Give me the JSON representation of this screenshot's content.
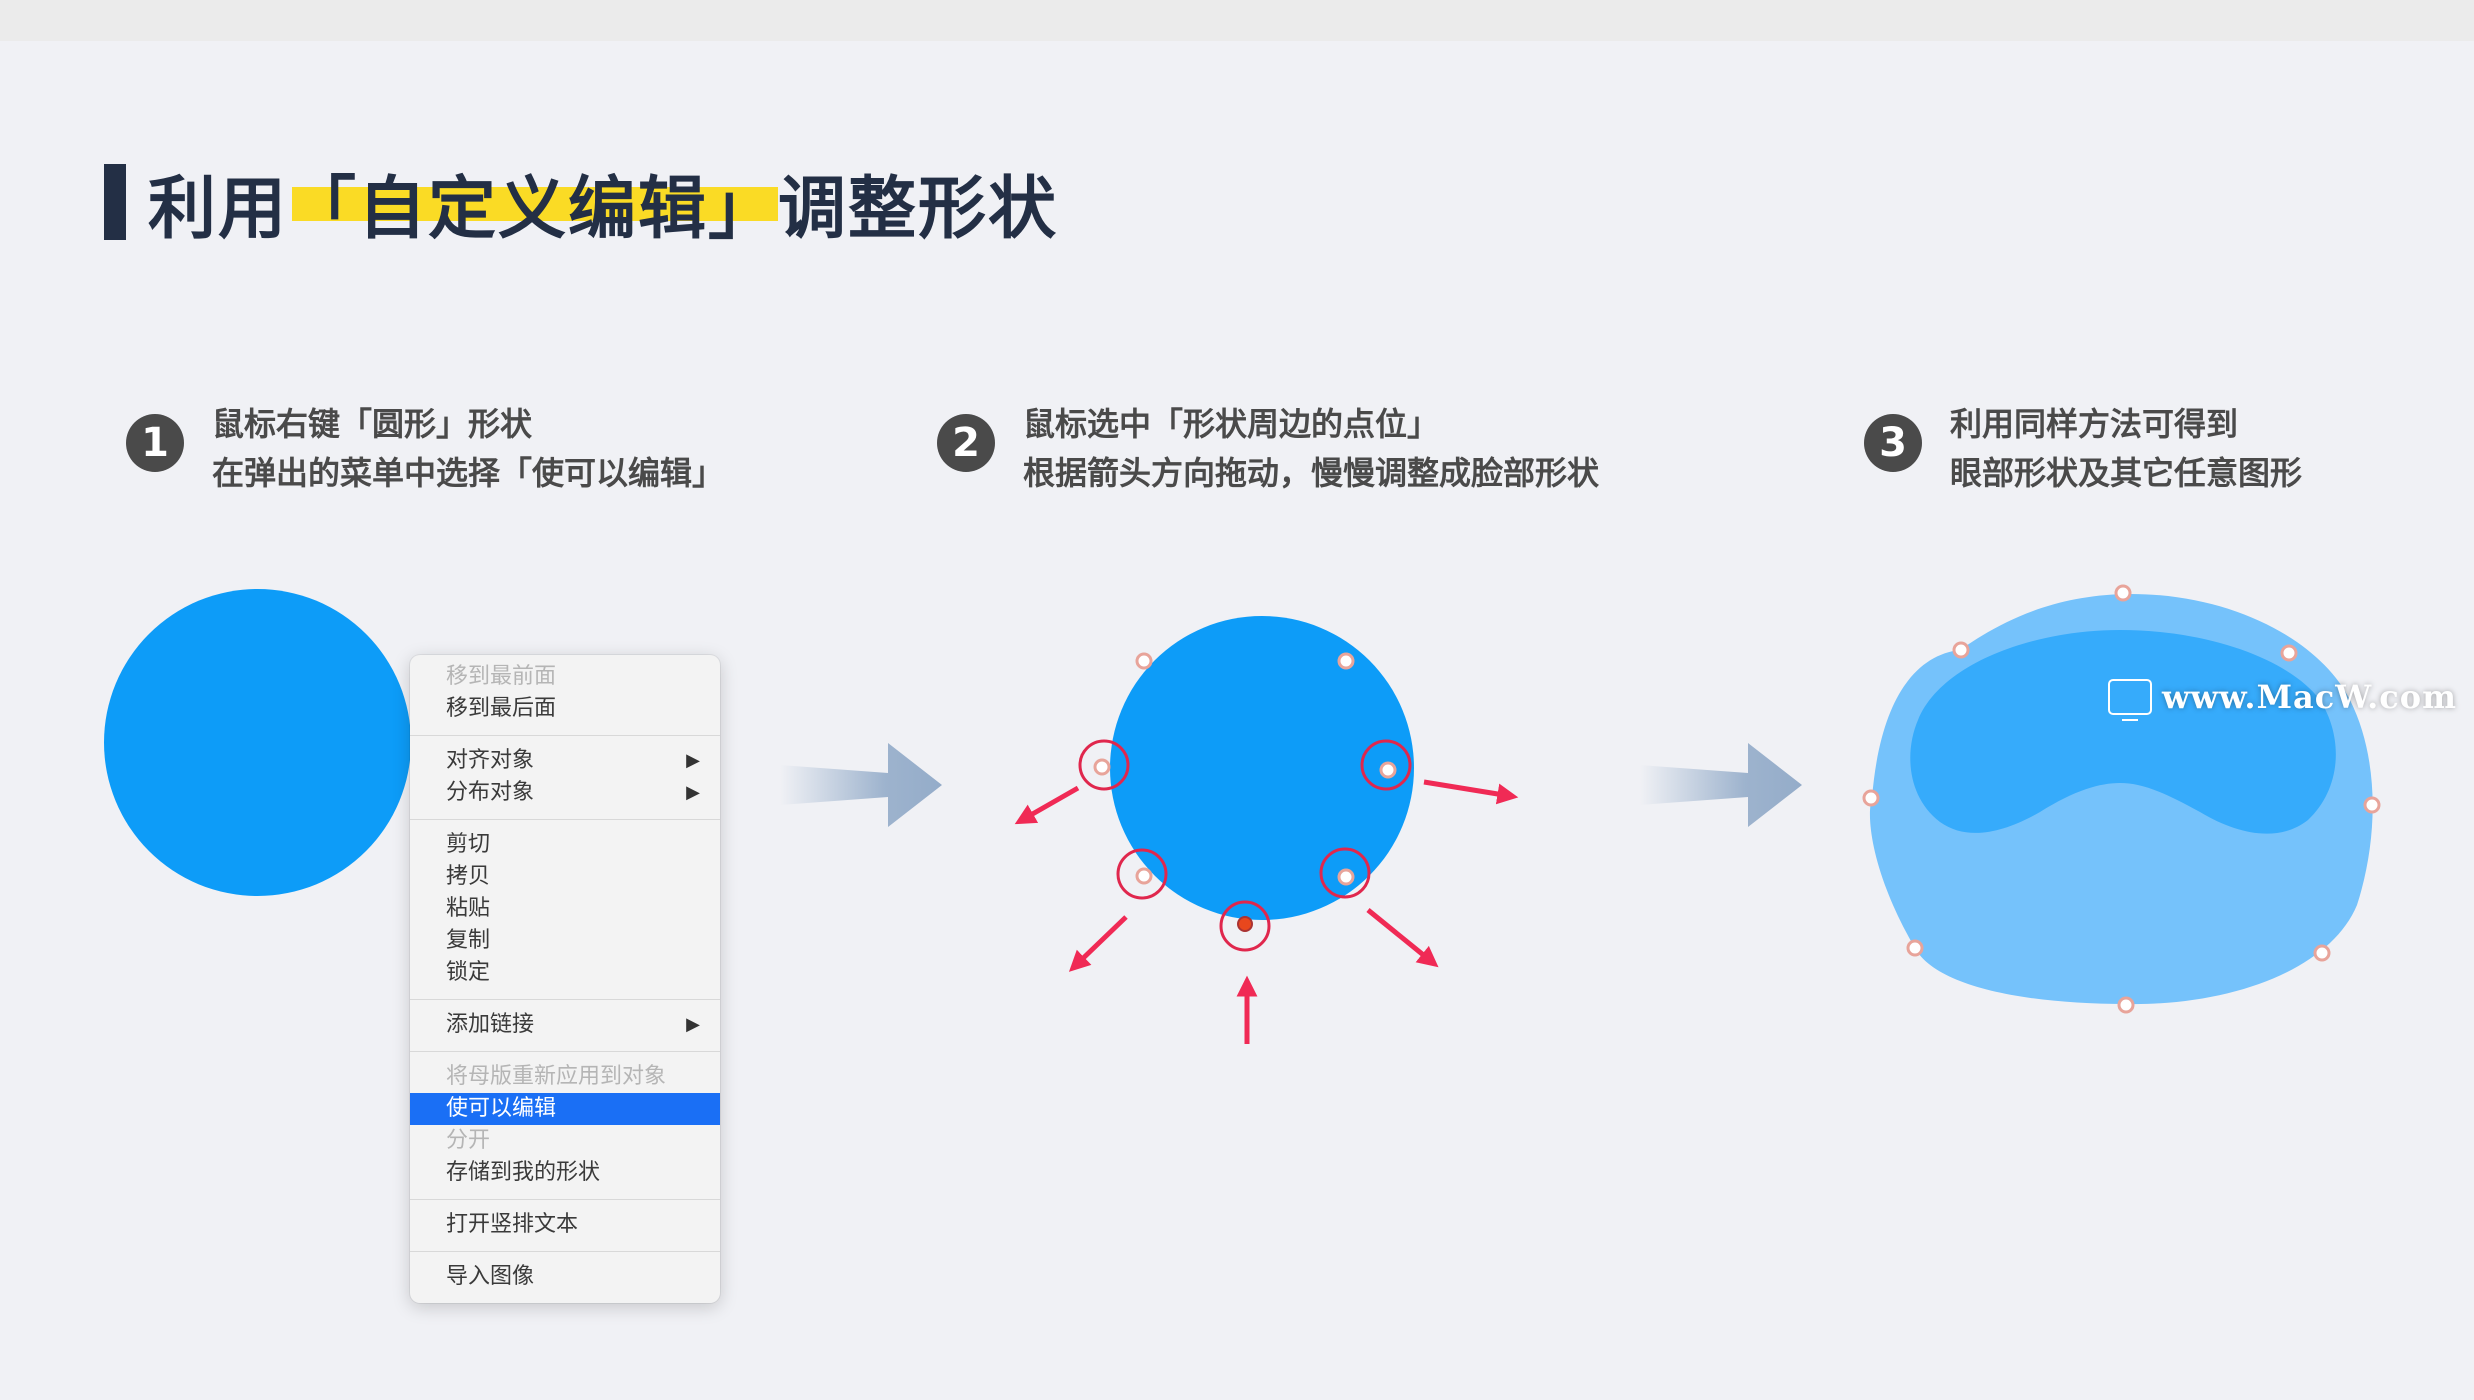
{
  "title": {
    "prefix": "利用",
    "highlight": "「自定义编辑」",
    "suffix": "调整形状",
    "highlight_color": "#fadb25",
    "text_color": "#232f45"
  },
  "steps": [
    {
      "number": "1",
      "line1": "鼠标右键「圆形」形状",
      "line2": "在弹出的菜单中选择「使可以编辑」"
    },
    {
      "number": "2",
      "line1": "鼠标选中「形状周边的点位」",
      "line2": "根据箭头方向拖动，慢慢调整成脸部形状"
    },
    {
      "number": "3",
      "line1": "利用同样方法可得到",
      "line2": "眼部形状及其它任意图形"
    }
  ],
  "context_menu": {
    "groups": [
      [
        {
          "label": "移到最前面",
          "disabled": true
        },
        {
          "label": "移到最后面"
        }
      ],
      [
        {
          "label": "对齐对象",
          "submenu": true
        },
        {
          "label": "分布对象",
          "submenu": true
        }
      ],
      [
        {
          "label": "剪切"
        },
        {
          "label": "拷贝"
        },
        {
          "label": "粘贴"
        },
        {
          "label": "复制"
        },
        {
          "label": "锁定"
        }
      ],
      [
        {
          "label": "添加链接",
          "submenu": true
        }
      ],
      [
        {
          "label": "将母版重新应用到对象",
          "disabled": true
        },
        {
          "label": "使可以编辑",
          "selected": true
        },
        {
          "label": "分开",
          "disabled": true
        },
        {
          "label": "存储到我的形状"
        }
      ],
      [
        {
          "label": "打开竖排文本"
        }
      ],
      [
        {
          "label": "导入图像"
        }
      ]
    ],
    "submenu_glyph": "▶",
    "selected_color": "#1a6ff5"
  },
  "colors": {
    "background": "#f0f1f5",
    "shape_blue": "#0d9cf8",
    "face_outer": "#75c2fb",
    "face_inner": "#36abfb",
    "drag_arrow": "#f02a55",
    "flow_arrow": "#94acc9"
  },
  "watermark": {
    "text": "www.MacW.com"
  }
}
